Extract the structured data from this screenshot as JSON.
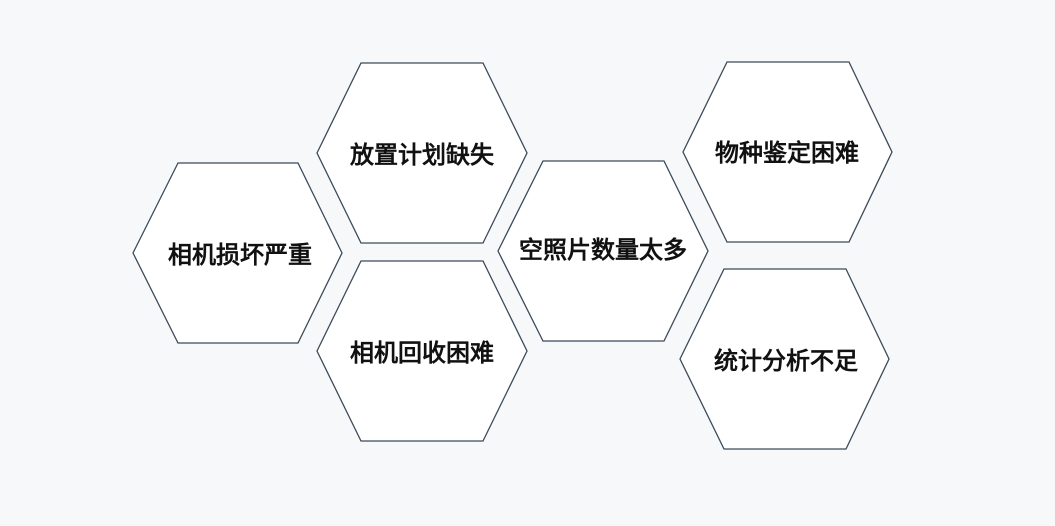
{
  "hexagons": [
    {
      "id": "camera-damage",
      "label": "相机损坏严重"
    },
    {
      "id": "placement-plan",
      "label": "放置计划缺失"
    },
    {
      "id": "camera-retrieval",
      "label": "相机回收困难"
    },
    {
      "id": "empty-photos",
      "label": "空照片数量太多"
    },
    {
      "id": "species-identification",
      "label": "物种鉴定困难"
    },
    {
      "id": "statistical-analysis",
      "label": "统计分析不足"
    }
  ]
}
